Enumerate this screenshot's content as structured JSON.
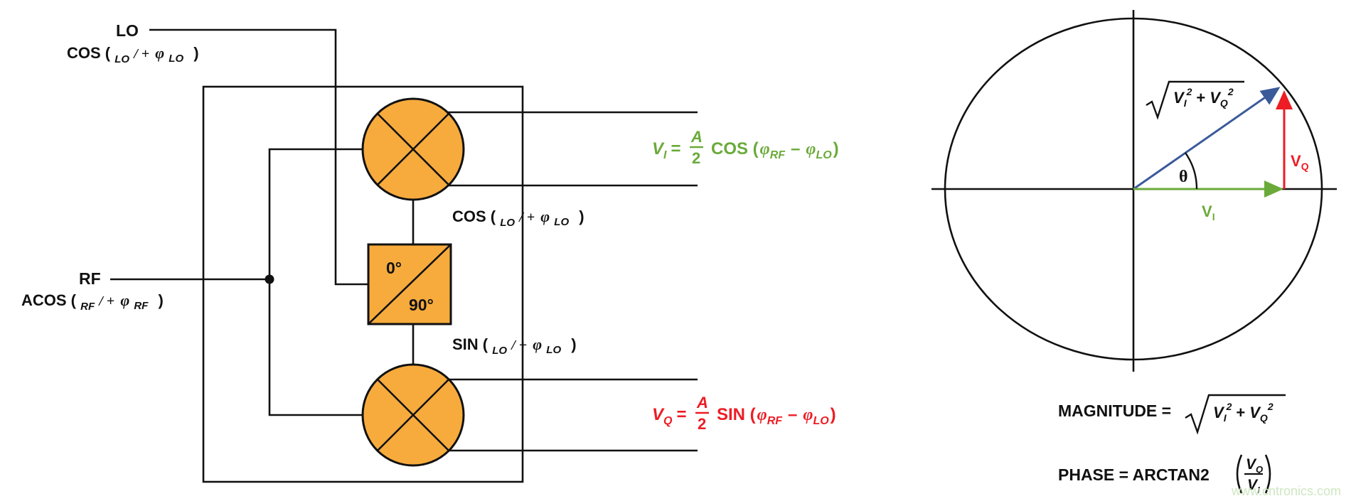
{
  "left": {
    "lo_label": "LO",
    "lo_cos_prefix": "COS (",
    "lo_cos_sub": "LO",
    "lo_cos_mid": "/ +",
    "lo_cos_phi": "φ",
    "lo_cos_phisub": "LO",
    "lo_cos_suffix": ")",
    "rf_label": "RF",
    "rf_acos_prefix": "ACOS (",
    "rf_acos_sub": "RF",
    "rf_acos_mid": "/ +",
    "rf_acos_phi": "φ",
    "rf_acos_phisub": "RF",
    "rf_acos_suffix": ")",
    "splitter_top": "0°",
    "splitter_bottom": "90°",
    "cos_mid_prefix": "COS (",
    "cos_mid_sub": "LO",
    "cos_mid_mid": "/ +",
    "cos_mid_phi": "φ",
    "cos_mid_phisub": "LO",
    "cos_mid_suffix": ")",
    "sin_mid_prefix": "SIN (",
    "sin_mid_sub": "LO",
    "sin_mid_mid": "/ +",
    "sin_mid_phi": "φ",
    "sin_mid_phisub": "LO",
    "sin_mid_suffix": ")",
    "vi_eq": {
      "v": "V",
      "vsub": "I",
      "eq": "=",
      "num": "A",
      "den": "2",
      "fn": "COS (",
      "phi1": "φ",
      "phi1sub": "RF",
      "minus": "–",
      "phi2": "φ",
      "phi2sub": "LO",
      "close": ")"
    },
    "vq_eq": {
      "v": "V",
      "vsub": "Q",
      "eq": "=",
      "num": "A",
      "den": "2",
      "fn": "SIN (",
      "phi1": "φ",
      "phi1sub": "RF",
      "minus": "–",
      "phi2": "φ",
      "phi2sub": "LO",
      "close": ")"
    }
  },
  "right": {
    "magnitude_vec": {
      "v1": "V",
      "v1sub": "I",
      "sq1": "2",
      "plus": "+",
      "v2": "V",
      "v2sub": "Q",
      "sq2": "2"
    },
    "theta": "θ",
    "vq_label": "V",
    "vq_sub": "Q",
    "vi_label": "V",
    "vi_sub": "I",
    "magnitude": {
      "prefix": "MAGNITUDE =",
      "v1": "V",
      "v1sub": "I",
      "sq1": "2",
      "plus": "+",
      "v2": "V",
      "v2sub": "Q",
      "sq2": "2"
    },
    "phase": {
      "prefix": "PHASE = ARCTAN2",
      "num": "V",
      "numsub": "Q",
      "den": "V",
      "densub": "I"
    }
  },
  "watermark": "www.cntronics.com",
  "colors": {
    "mixer_fill": "#f7ab3d",
    "green": "#6aaa3a",
    "red": "#ee1c24",
    "blue": "#3b5a9a",
    "line": "#111111"
  }
}
